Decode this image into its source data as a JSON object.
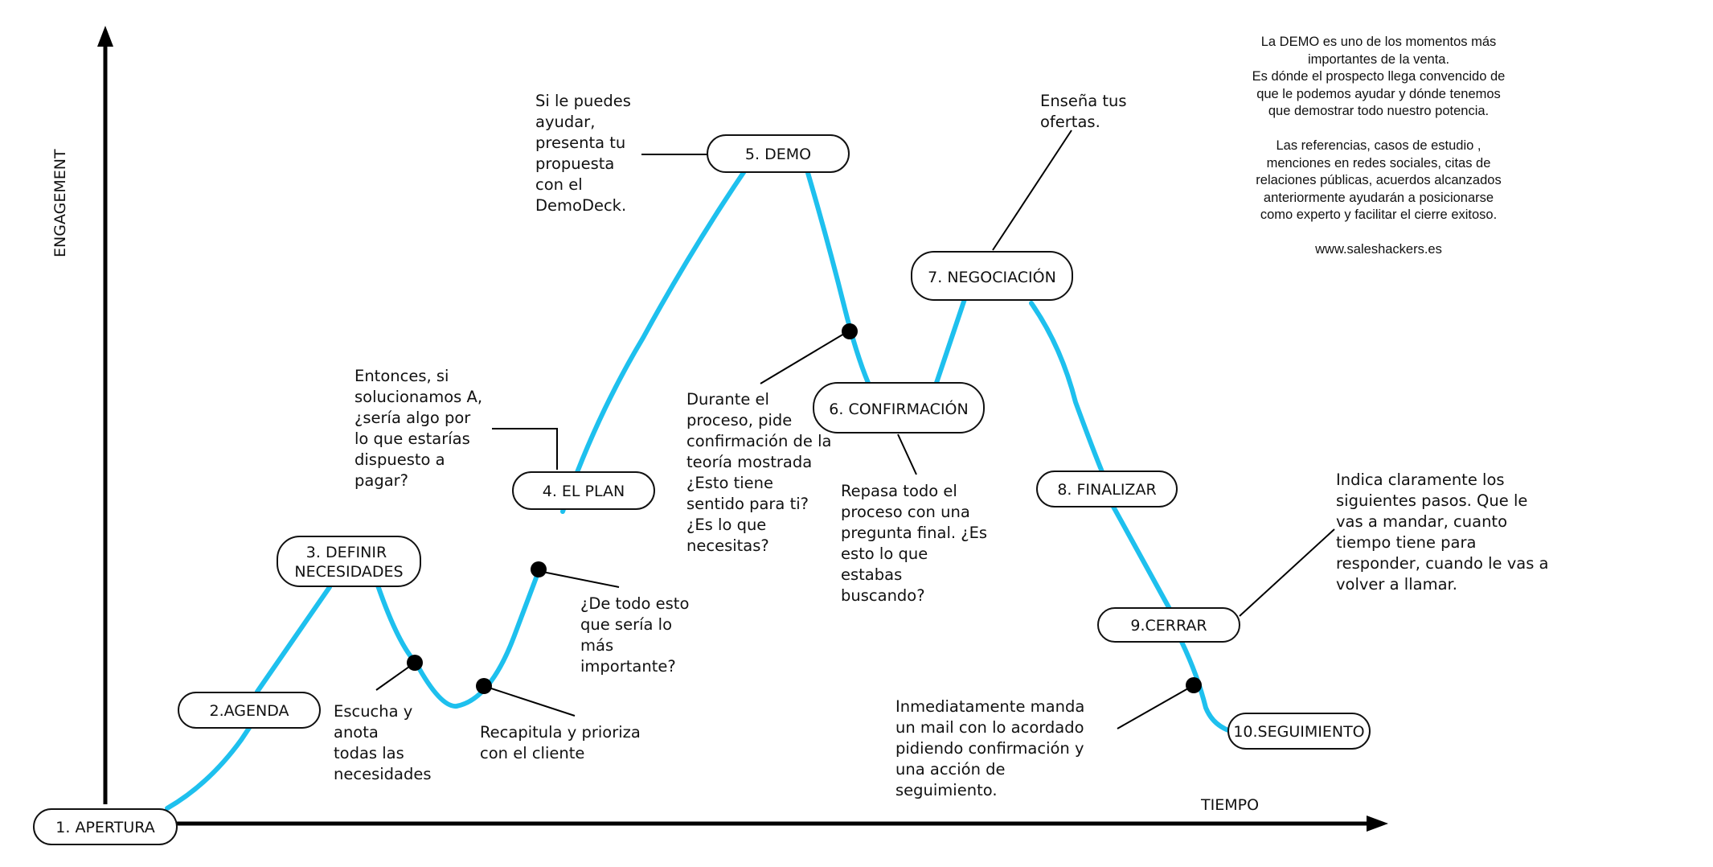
{
  "axes": {
    "y_label": "ENGAGEMENT",
    "x_label": "TIEMPO"
  },
  "stages": [
    {
      "id": "apertura",
      "label": "1. APERTURA"
    },
    {
      "id": "agenda",
      "label": "2.AGENDA"
    },
    {
      "id": "definir",
      "label": "3. DEFINIR\nNECESIDADES"
    },
    {
      "id": "plan",
      "label": "4. EL PLAN"
    },
    {
      "id": "demo",
      "label": "5. DEMO"
    },
    {
      "id": "confirmacion",
      "label": "6. CONFIRMACIÓN"
    },
    {
      "id": "negociacion",
      "label": "7. NEGOCIACIÓN"
    },
    {
      "id": "finalizar",
      "label": "8. FINALIZAR"
    },
    {
      "id": "cerrar",
      "label": "9.CERRAR"
    },
    {
      "id": "seguimiento",
      "label": "10.SEGUIMIENTO"
    }
  ],
  "notes": {
    "escucha": "Escucha y\nanota\ntodas las\nnecesidades",
    "recapitula": "Recapitula y prioriza\ncon el cliente",
    "de_todo_esto": "¿De todo esto\nque sería lo\nmás\nimportante?",
    "entonces": "Entonces, si\nsolucionamos A,\n¿sería algo por\nlo que estarías\ndispuesto a\npagar?",
    "si_le_puedes": "Si le puedes\nayudar,\npresenta tu\npropuesta\ncon el\nDemoDeck.",
    "durante": "Durante el\nproceso, pide\nconfirmación de la\nteoría mostrada\n¿Esto tiene\nsentido para ti?\n¿Es lo que\nnecesitas?",
    "repasa": "Repasa todo el\nproceso con una\npregunta final. ¿Es\nesto lo que\nestabas\nbuscando?",
    "ensena": "Enseña tus\nofertas.",
    "indica": "Indica claramente los\nsiguientes pasos. Que le\nvas a mandar, cuanto\ntiempo tiene para\nresponder, cuando le vas a\nvolver a llamar.",
    "inmediatamente": "Inmediatamente manda\nun mail con lo acordado\npidiendo confirmación y\nuna acción de\nseguimiento."
  },
  "info": {
    "text": "La DEMO es uno de los momentos más\nimportantes de la venta.\nEs dónde el prospecto llega convencido de\nque le podemos ayudar y dónde tenemos\nque demostrar todo nuestro potencia.\n\nLas referencias, casos de estudio ,\nmenciones en redes sociales, citas de\nrelaciones públicas, acuerdos alcanzados\nanteriormente ayudarán a posicionarse\ncomo experto y facilitar el cierre exitoso.\n\nwww.saleshackers.es"
  },
  "colors": {
    "curve": "#1ec0ee",
    "axis": "#000000",
    "box_border": "#111111",
    "dot": "#000000"
  }
}
